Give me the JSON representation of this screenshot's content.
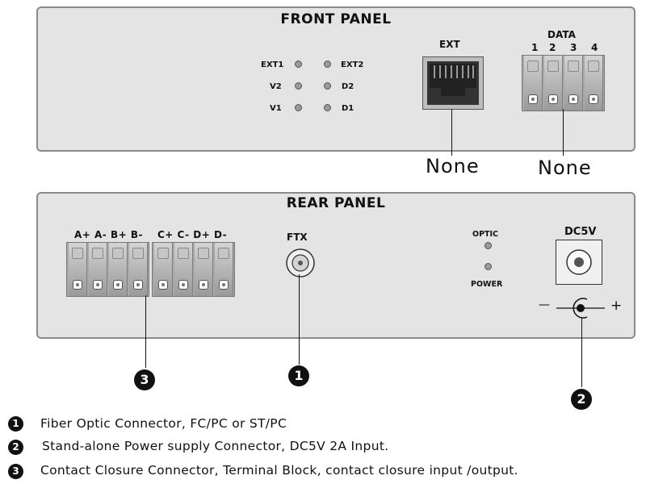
{
  "front_panel": {
    "title": "FRONT PANEL",
    "leds_left": [
      "EXT1",
      "V2",
      "V1"
    ],
    "leds_right": [
      "EXT2",
      "D2",
      "D1"
    ],
    "ext_label": "EXT",
    "data_label": "DATA",
    "data_numbers": [
      "1",
      "2",
      "3",
      "4"
    ],
    "ext_callout": "None",
    "data_callout": "None"
  },
  "rear_panel": {
    "title": "REAR PANEL",
    "terminal_labels_1": "A+ A- B+ B-",
    "terminal_labels_2": "C+ C- D+ D-",
    "ftx_label": "FTX",
    "optic_label": "OPTIC",
    "power_label": "POWER",
    "dc_label": "DC5V",
    "polarity_minus": "—",
    "polarity_plus": "+"
  },
  "callouts": [
    {
      "number": "1",
      "text": "Fiber Optic Connector, FC/PC or ST/PC"
    },
    {
      "number": "2",
      "text": "Stand-alone Power supply Connector, DC5V 2A Input."
    },
    {
      "number": "3",
      "text": "Contact Closure Connector, Terminal Block, contact closure input /output."
    }
  ],
  "colors": {
    "panel": "#e4e4e4",
    "border": "#8a8a8a",
    "led": "#9a9a9a"
  }
}
